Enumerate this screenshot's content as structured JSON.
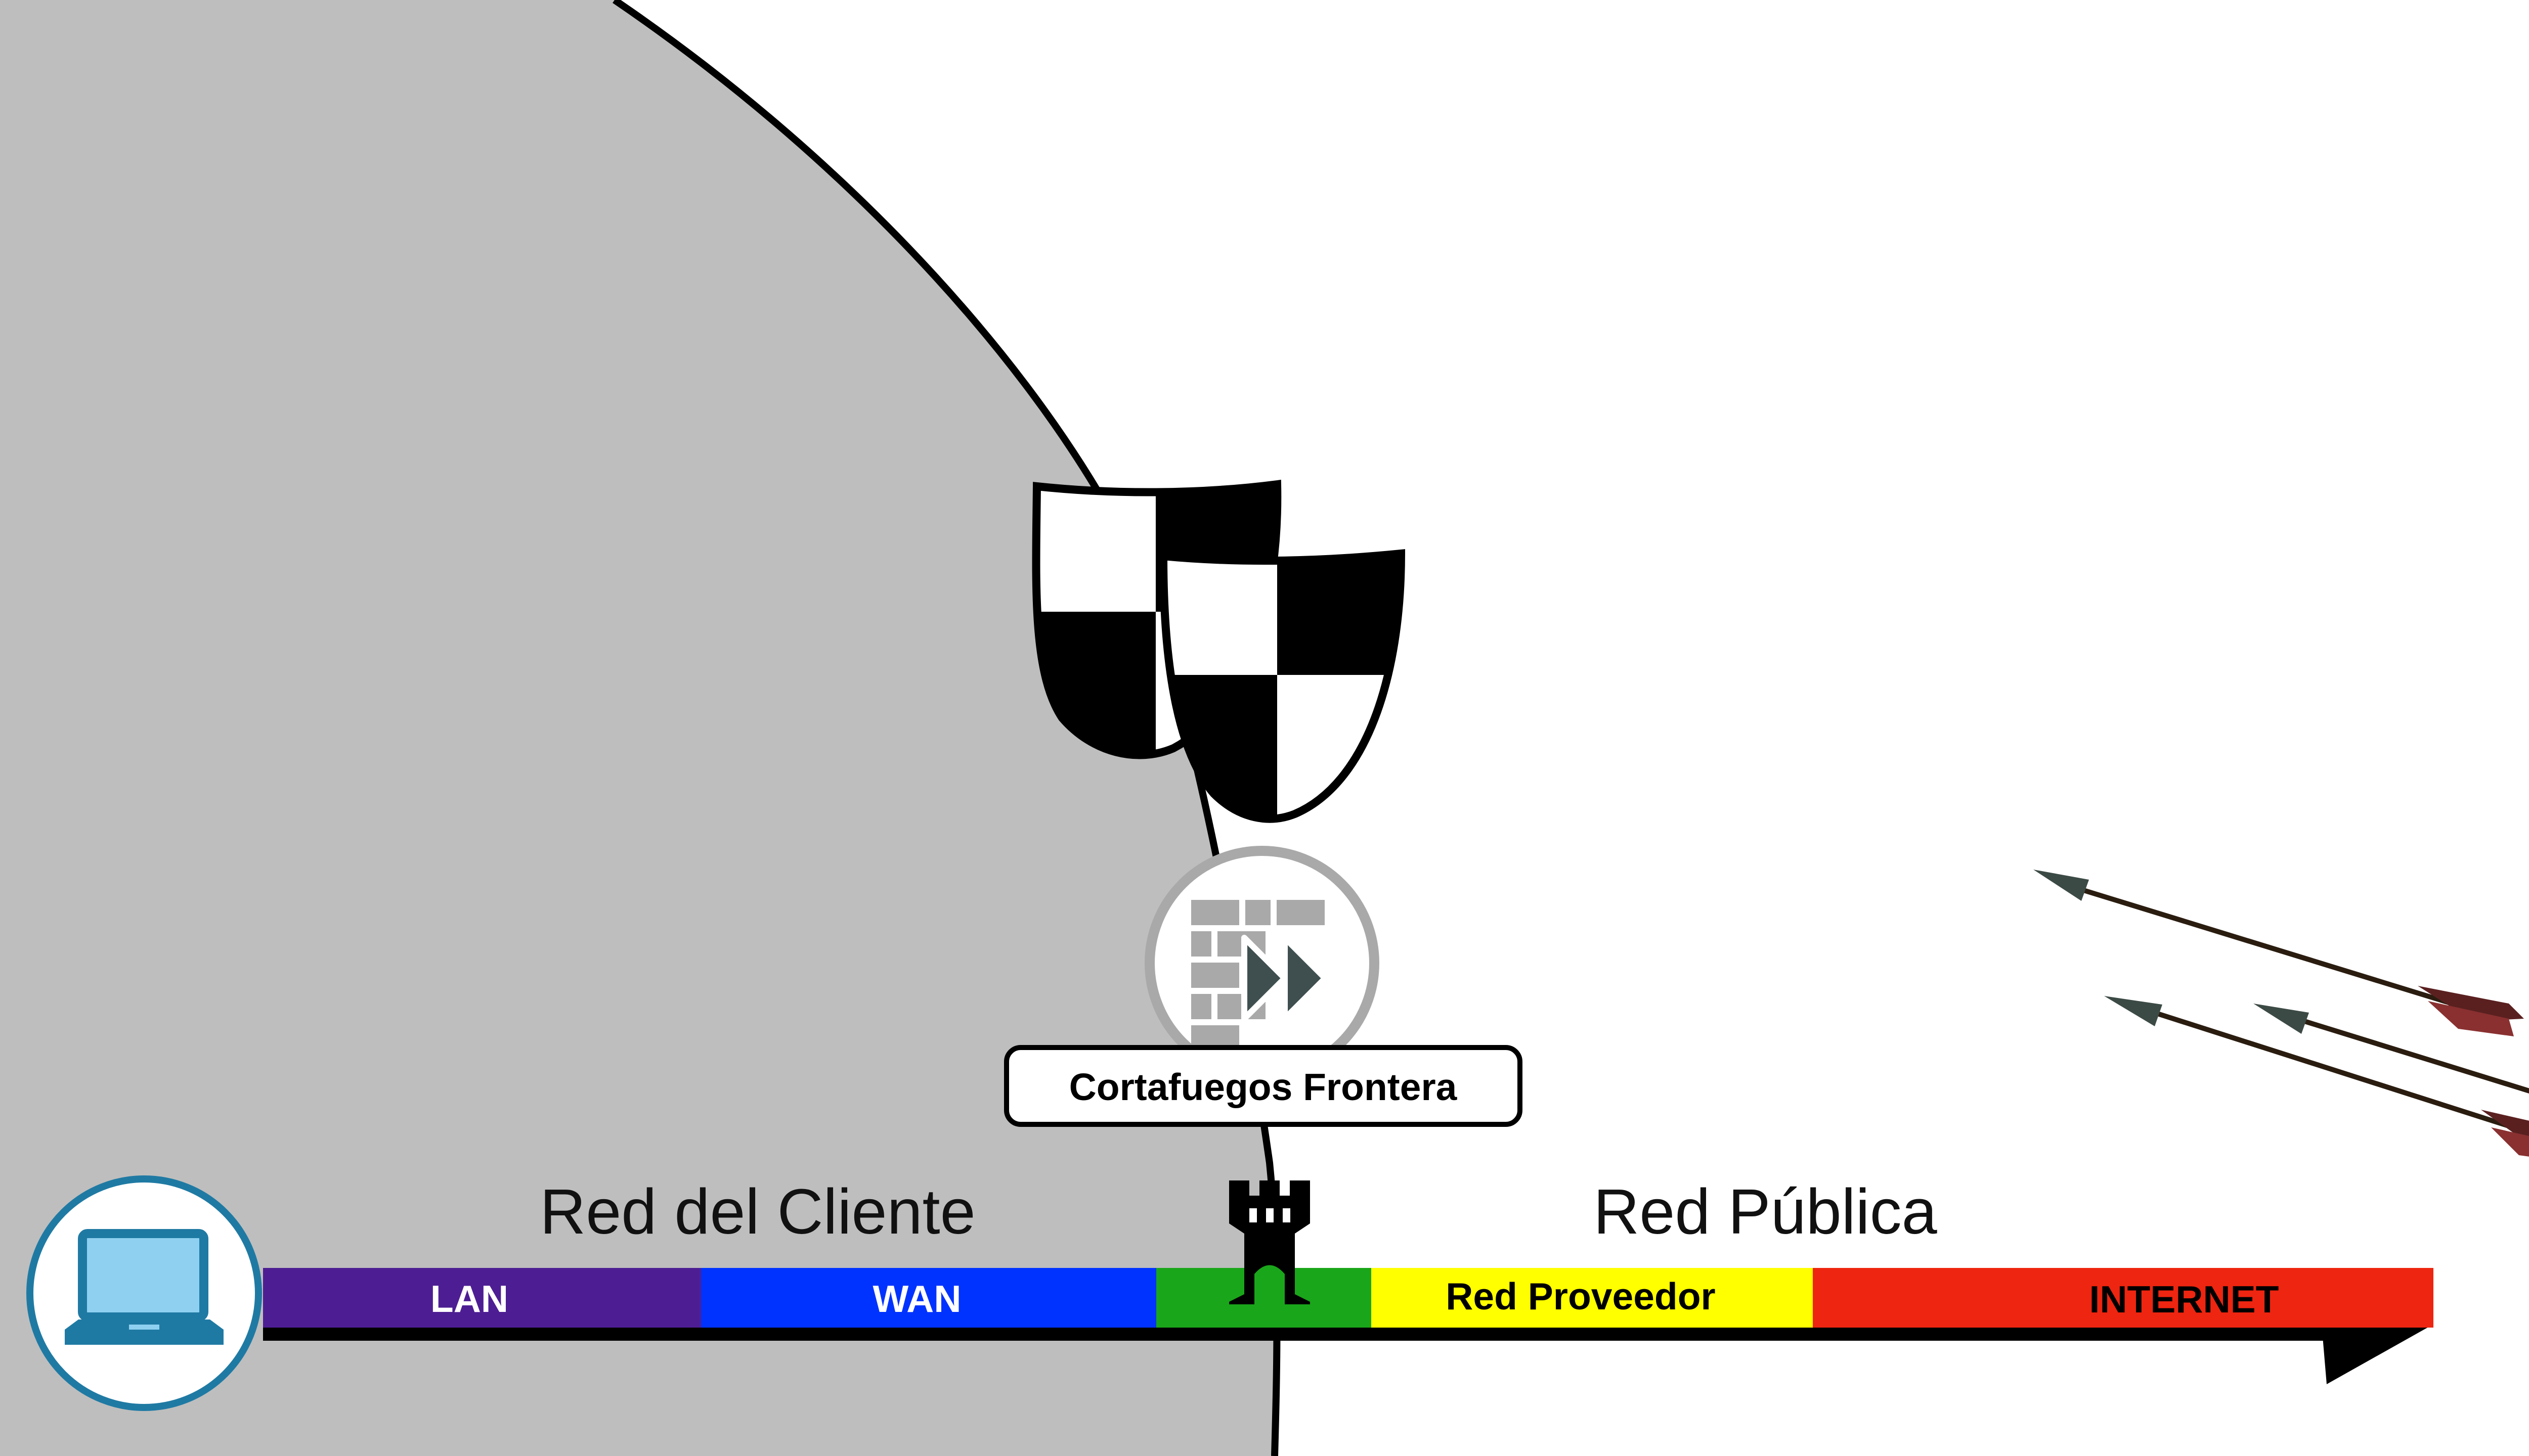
{
  "zones": {
    "client_label": "Red del Cliente",
    "public_label": "Red Pública"
  },
  "firewall": {
    "label": "Cortafuegos Frontera"
  },
  "segments": [
    {
      "label": "LAN",
      "color": "#4d1e93",
      "text_color": "#ffffff"
    },
    {
      "label": "WAN",
      "color": "#0033ff",
      "text_color": "#ffffff"
    },
    {
      "label": "",
      "color": "#1aa61a",
      "text_color": "#ffffff"
    },
    {
      "label": "Red Proveedor",
      "color": "#ffff00",
      "text_color": "#000000"
    },
    {
      "label": "INTERNET",
      "color": "#ee2510",
      "text_color": "#000000"
    }
  ],
  "colors": {
    "client_area": "#bebebe",
    "laptop_icon": "#1f7aa3",
    "firewall_icon": "#a9a9a9",
    "firewall_arrows": "#3f4f50"
  },
  "icons": [
    "laptop-icon",
    "shield-icon",
    "firewall-icon",
    "castle-tower-icon",
    "arrow-icon"
  ]
}
